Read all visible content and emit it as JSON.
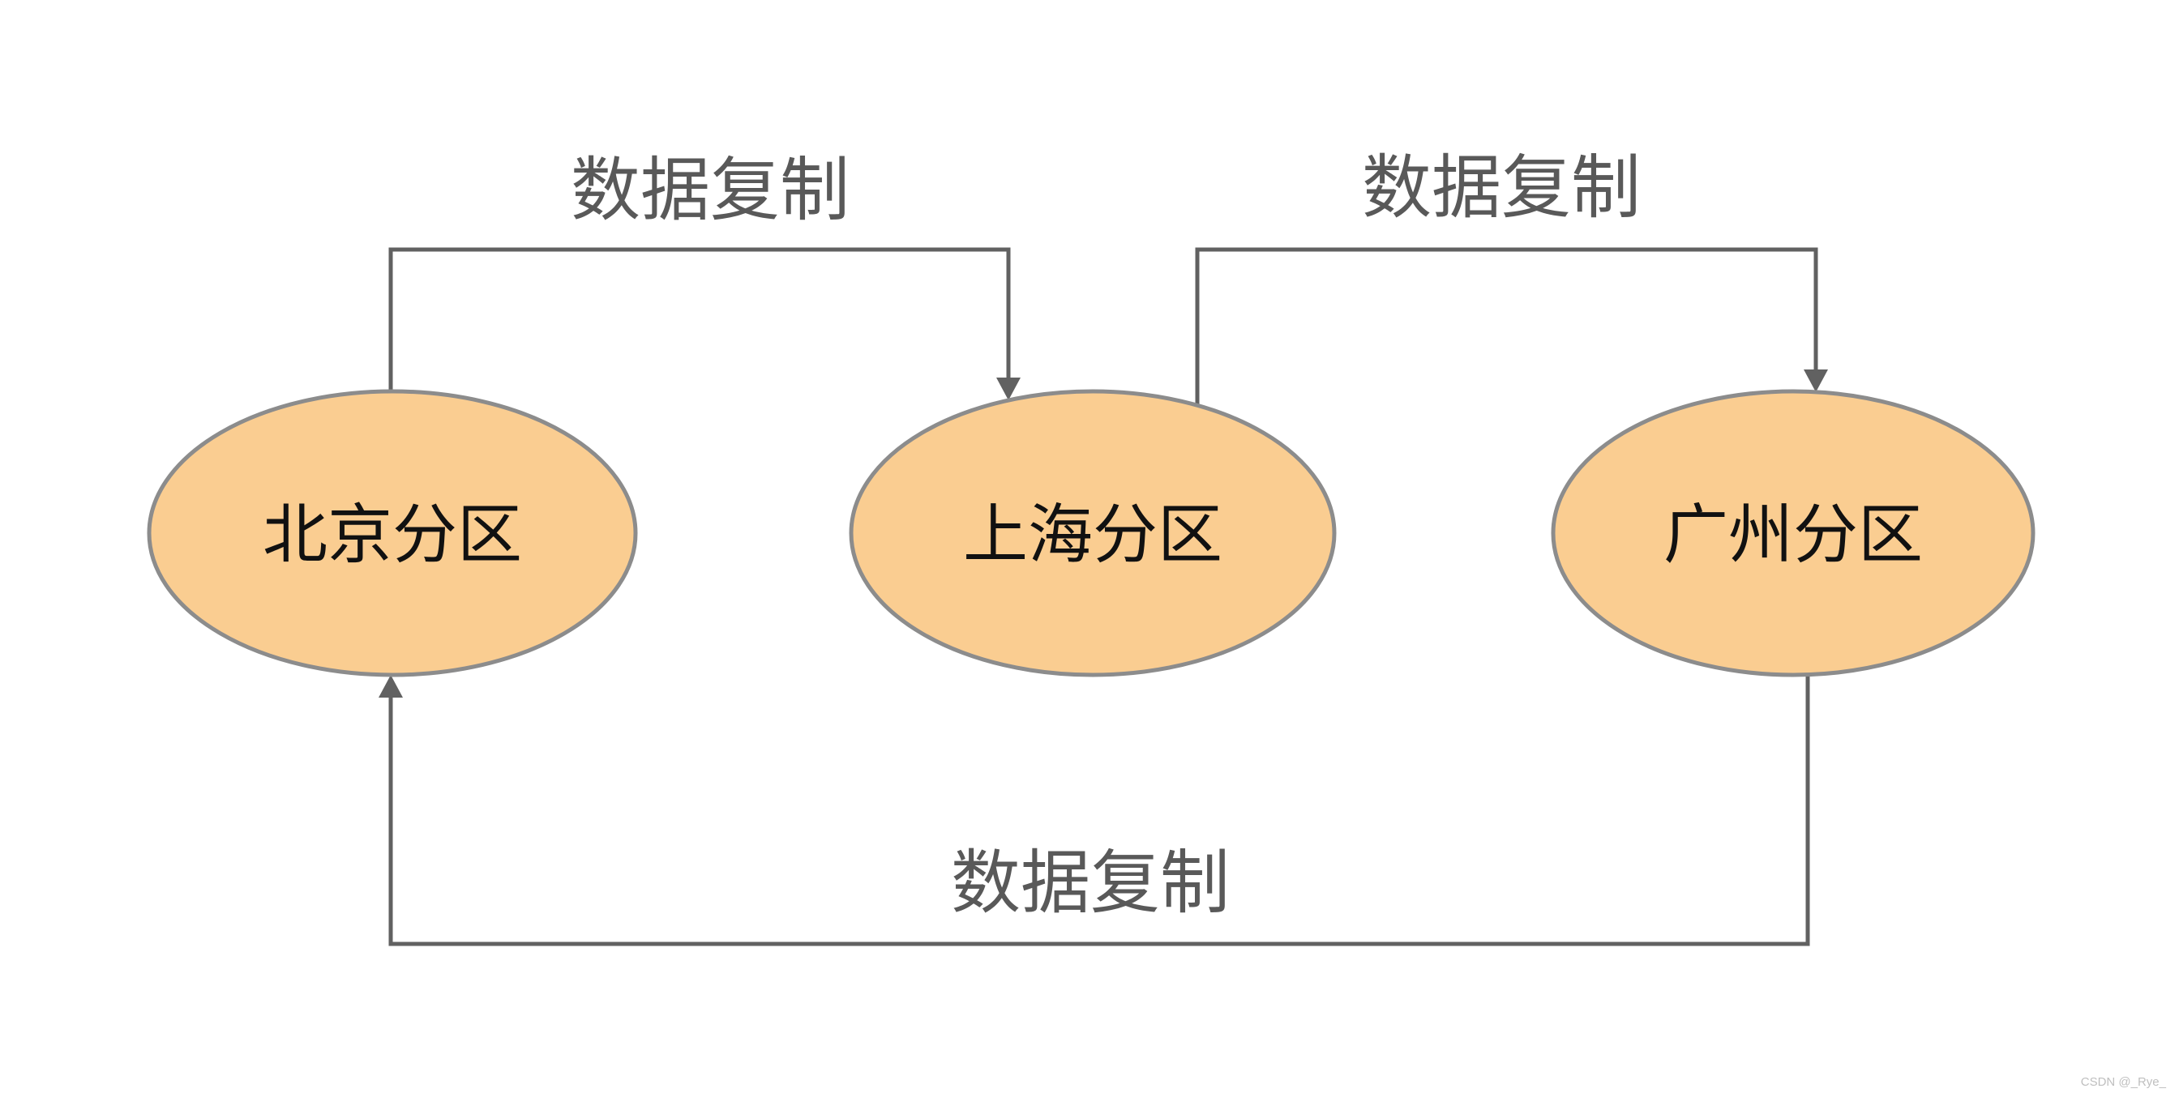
{
  "diagram": {
    "nodes": [
      {
        "id": "beijing",
        "label": "北京分区"
      },
      {
        "id": "shanghai",
        "label": "上海分区"
      },
      {
        "id": "guangzhou",
        "label": "广州分区"
      }
    ],
    "edges": [
      {
        "from": "beijing",
        "to": "shanghai",
        "label": "数据复制"
      },
      {
        "from": "shanghai",
        "to": "guangzhou",
        "label": "数据复制"
      },
      {
        "from": "guangzhou",
        "to": "beijing",
        "label": "数据复制"
      }
    ]
  },
  "watermark": {
    "text": "CSDN @_Rye_"
  },
  "colors": {
    "background": "#ffffff",
    "node_fill": "#FACD91",
    "node_stroke": "#8C8C8C",
    "node_label": "#111111",
    "line": "#616161",
    "edge_label": "#595959",
    "watermark": "#BFBFBF"
  }
}
